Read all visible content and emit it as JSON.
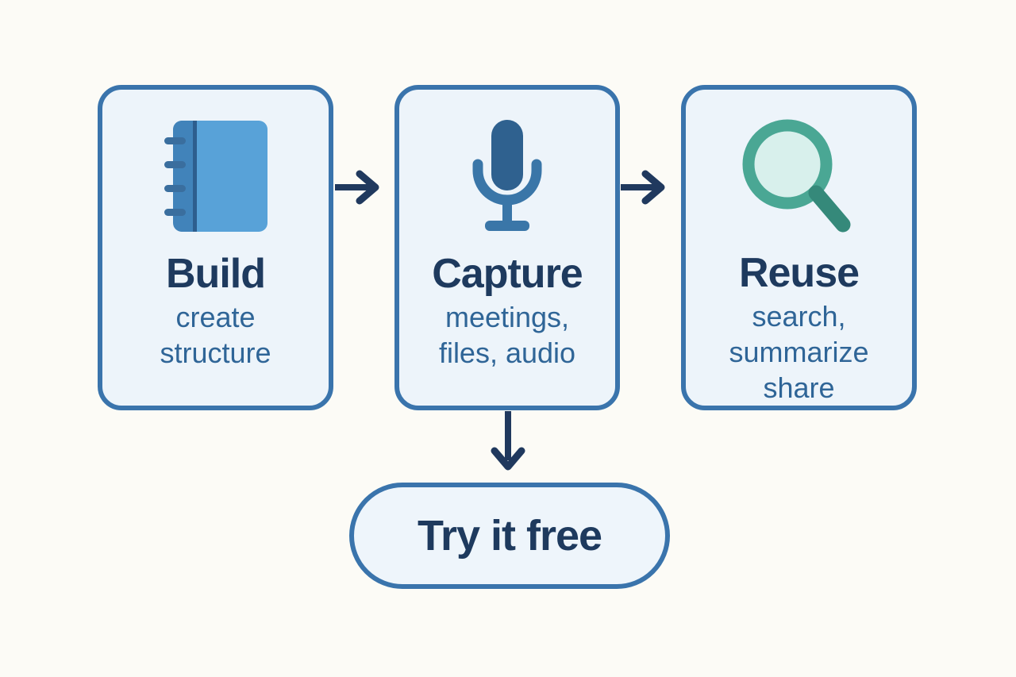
{
  "diagram": {
    "cards": [
      {
        "id": "build",
        "title": "Build",
        "subtitle_lines": [
          "create",
          "structure"
        ],
        "icon": "notebook-icon"
      },
      {
        "id": "capture",
        "title": "Capture",
        "subtitle_lines": [
          "meetings,",
          "files, audio"
        ],
        "icon": "microphone-icon"
      },
      {
        "id": "reuse",
        "title": "Reuse",
        "subtitle_lines": [
          "search,",
          "summarize",
          "share"
        ],
        "icon": "magnifier-icon"
      }
    ],
    "flow": [
      "build",
      "capture",
      "reuse"
    ],
    "cta": {
      "label": "Try it free"
    },
    "colors": {
      "page_background": "#fcfbf6",
      "card_background": "#edf4fa",
      "card_border": "#3a74ac",
      "heading_text": "#1e3a5e",
      "subtitle_text": "#2f6597",
      "arrow": "#20395e",
      "notebook_cover": "#58a2d8",
      "notebook_spine": "#4183ba",
      "notebook_rings": "#3a6e9e",
      "microphone_body": "#2f618f",
      "microphone_stand": "#3a76a8",
      "magnifier_ring": "#4aa794",
      "magnifier_lens": "#d8f0ec",
      "magnifier_handle": "#35897a"
    }
  }
}
